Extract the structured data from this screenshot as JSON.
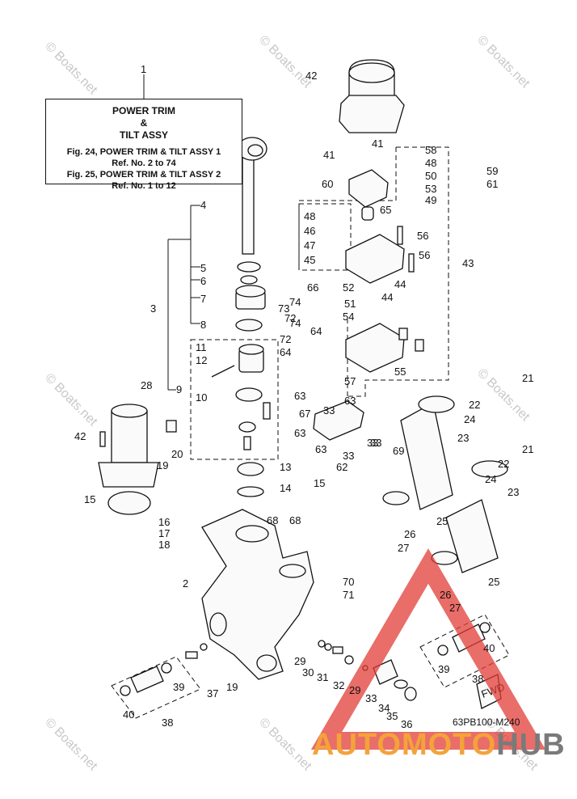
{
  "title_box": {
    "line1": "POWER TRIM",
    "amp": "&",
    "line2": "TILT ASSY",
    "ref1": "Fig. 24, POWER TRIM & TILT ASSY 1",
    "ref1b": "Ref. No. 2 to 74",
    "ref2": "Fig. 25, POWER TRIM & TILT ASSY 2",
    "ref2b": "Ref. No. 1 to 12"
  },
  "diagram_code": "63PB100-M240",
  "brand": {
    "part1": "AUTOMOTO",
    "part2": "HUB",
    "color1": "#f3a33a",
    "color2": "#7a7a7a"
  },
  "watermark": "© Boats.net",
  "fwd_label": "FWD",
  "labels": [
    "1",
    "2",
    "3",
    "4",
    "5",
    "6",
    "7",
    "8",
    "9",
    "10",
    "11",
    "12",
    "13",
    "14",
    "15",
    "15",
    "16",
    "17",
    "18",
    "19",
    "19",
    "20",
    "21",
    "21",
    "22",
    "22",
    "23",
    "23",
    "24",
    "24",
    "25",
    "25",
    "26",
    "26",
    "27",
    "27",
    "28",
    "29",
    "29",
    "30",
    "31",
    "32",
    "33",
    "33",
    "33",
    "33",
    "33",
    "34",
    "35",
    "36",
    "37",
    "38",
    "38",
    "39",
    "39",
    "40",
    "40",
    "41",
    "41",
    "42",
    "42",
    "43",
    "44",
    "44",
    "45",
    "46",
    "47",
    "48",
    "48",
    "49",
    "50",
    "51",
    "52",
    "53",
    "54",
    "55",
    "56",
    "56",
    "57",
    "58",
    "59",
    "60",
    "61",
    "62",
    "63",
    "63",
    "63",
    "63",
    "64",
    "64",
    "65",
    "66",
    "67",
    "68",
    "68",
    "69",
    "70",
    "71",
    "72",
    "72",
    "73",
    "74",
    "74"
  ]
}
